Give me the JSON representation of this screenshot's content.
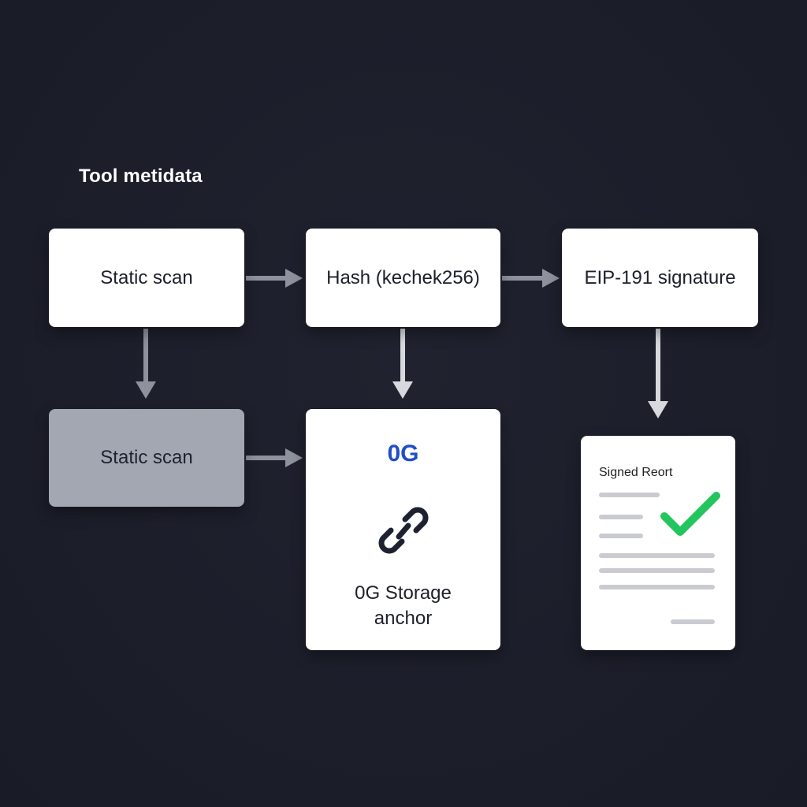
{
  "diagram": {
    "title": "Tool metidata",
    "nodes": {
      "static_scan_top": "Static scan",
      "hash": "Hash (kechek256)",
      "signature": "EIP-191 signature",
      "static_scan_bottom": "Static scan",
      "storage_logo": "0G",
      "storage_label_line1": "0G Storage",
      "storage_label_line2": "anchor",
      "report_title": "Signed Reort"
    },
    "icons": {
      "storage": "link-icon",
      "report": "check-icon"
    },
    "colors": {
      "background": "#1d1f2b",
      "node": "#ffffff",
      "node_muted": "#a3a7b2",
      "arrow": "#8e929c",
      "brand_blue": "#1f4fc6",
      "check_green": "#22c55e"
    }
  }
}
